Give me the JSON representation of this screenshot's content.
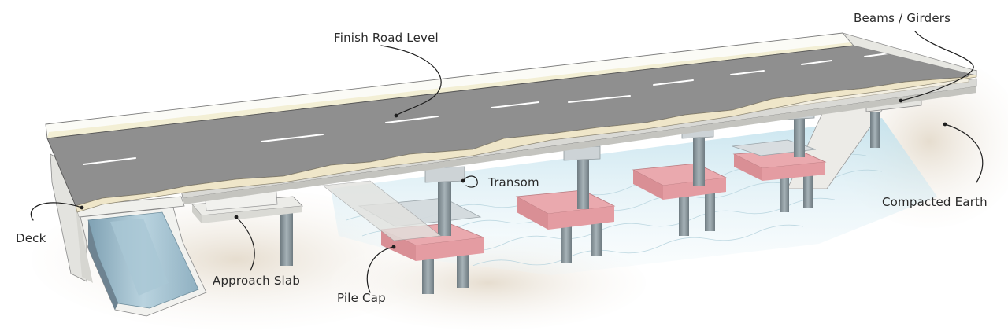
{
  "labels": {
    "finish_road_level": "Finish Road Level",
    "beams_girders": "Beams / Girders",
    "transom": "Transom",
    "compacted_earth": "Compacted Earth",
    "deck": "Deck",
    "approach_slab": "Approach Slab",
    "pile_cap": "Pile Cap"
  },
  "colors": {
    "road_surface": "#8e8e8e",
    "lane_marking": "#ffffff",
    "concrete": "#e6e6e2",
    "pile_cap": "#e8a9ad",
    "pier": "#8d9aa0",
    "water": "#cfe6ef",
    "earth": "#eae3d8",
    "leader": "#1e1e1e"
  },
  "icons": {
    "deck_channel": "box-culvert-icon",
    "pile": "cylinder-pile-icon"
  }
}
